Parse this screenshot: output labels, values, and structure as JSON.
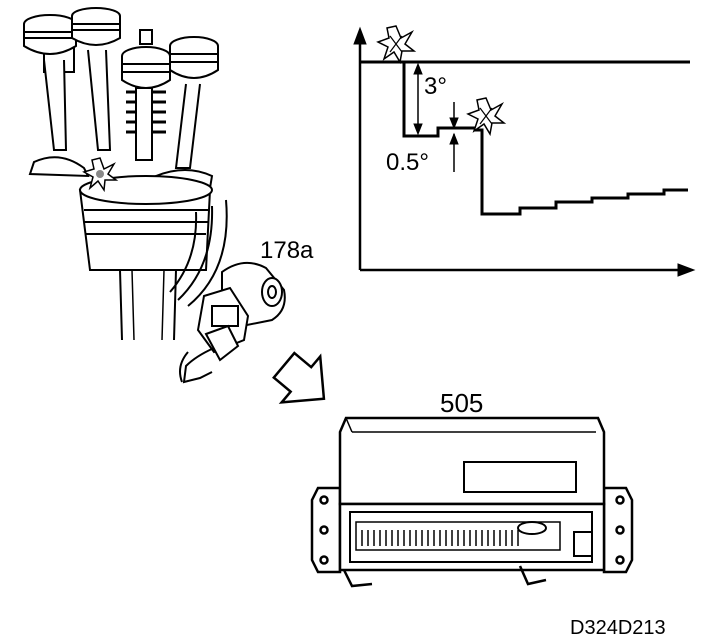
{
  "labels": {
    "sensor_ref": "178a",
    "ecu_ref": "505",
    "retard_step": "3°",
    "restore_step": "0.5°",
    "drawing_code": "D324D213"
  },
  "icons": {
    "knock": "star-burst",
    "signal_flow": "hollow-arrow"
  }
}
